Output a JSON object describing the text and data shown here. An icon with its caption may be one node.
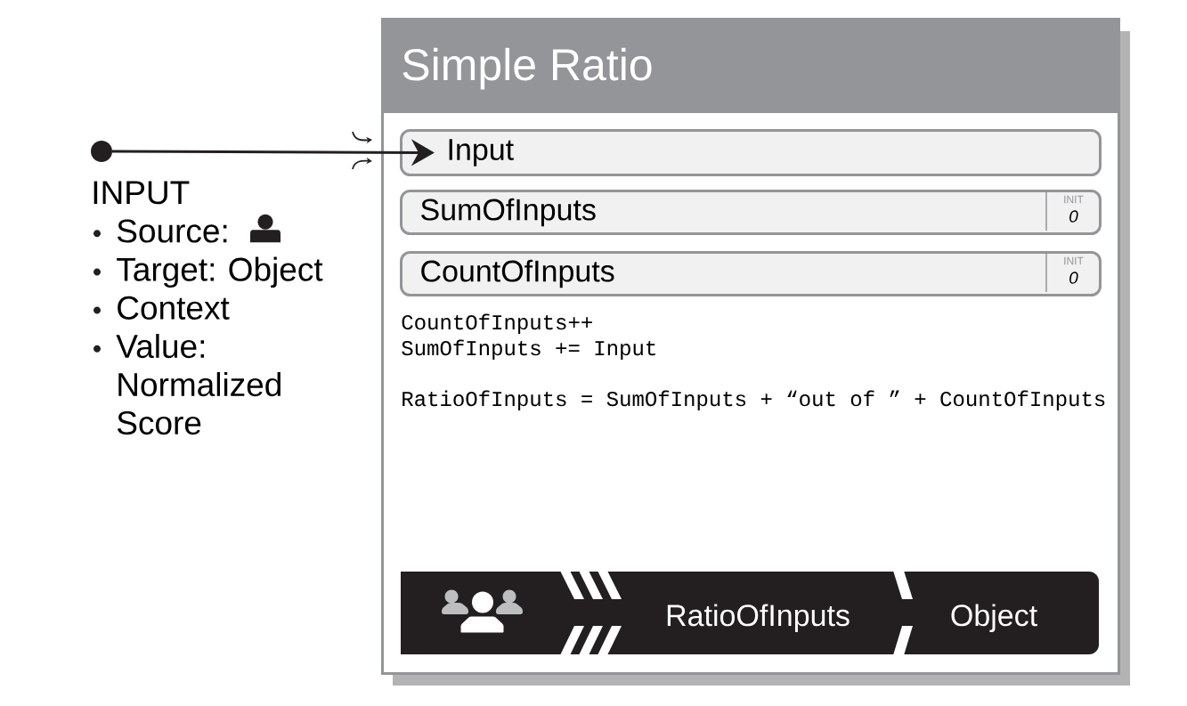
{
  "diagram": {
    "nodes": [
      {
        "text": [
          "Simple Ratio"
        ]
      },
      {
        "text": [],
        "shape": "circle",
        "beside": [
          "INPUT",
          "Source:",
          "Target: Object",
          "Context",
          "Value: Normalized Score"
        ]
      },
      {
        "text": [
          "Input"
        ],
        "in": 0
      },
      {
        "text": [
          "SumOfInputs"
        ],
        "in": 0
      },
      {
        "text": [
          "INIT",
          "0"
        ],
        "in": 3
      },
      {
        "text": [
          "CountOfInputs"
        ],
        "in": 0
      },
      {
        "text": [
          "INIT",
          "0"
        ],
        "in": 5
      },
      {
        "text": [
          "RatioOfInputs",
          "Object"
        ],
        "in": 0
      }
    ],
    "edges": [
      {
        "from": 1,
        "to": 2,
        "arrow": "to"
      }
    ],
    "labels": [
      "CountOfInputs++",
      "SumOfInputs += Input",
      "RatioOfInputs = SumOfInputs + “out of ” + CountOfInputs"
    ]
  }
}
